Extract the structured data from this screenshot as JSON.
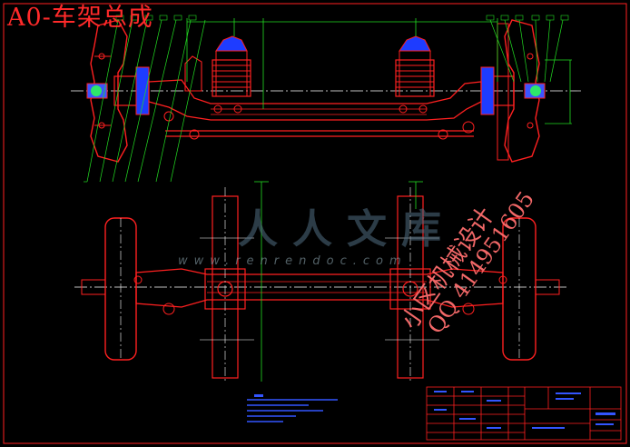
{
  "drawing": {
    "title": "A0-车架总成",
    "watermark_brand": "人人文库",
    "watermark_url": "www.renrendoc.com",
    "stamp_line1": "小区机械设计",
    "stamp_line2": "QQ 414951605"
  },
  "colors": {
    "background": "#000000",
    "outline": "#ff2020",
    "dimension": "#22dd22",
    "hub": "#3355ff",
    "centerline": "#ffffff",
    "title_text": "#ff2a2a"
  }
}
